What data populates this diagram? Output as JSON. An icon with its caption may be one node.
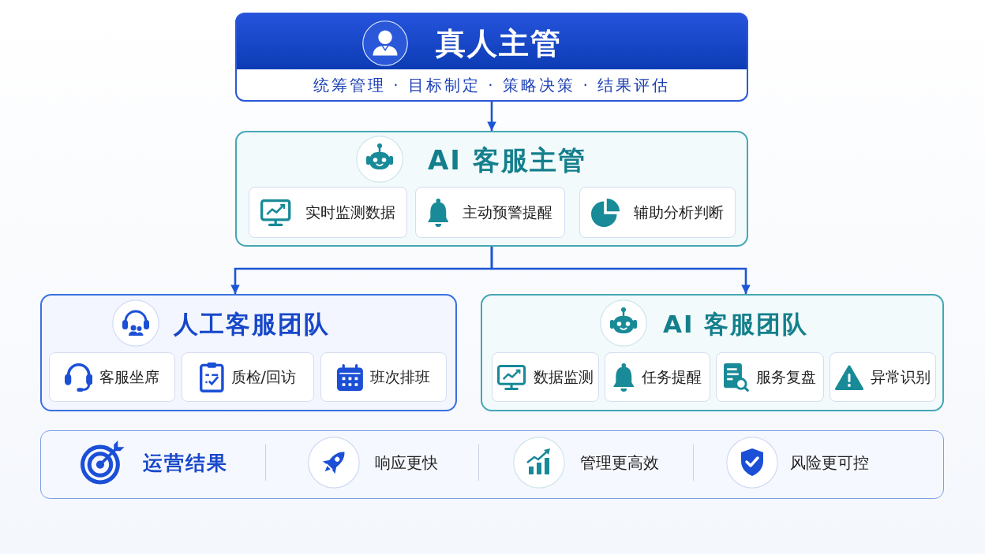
{
  "diagram": {
    "nodes": [
      {
        "text": [
          "真人主管",
          "统筹管理 · 目标制定 · 策略决策 · 结果评估"
        ]
      },
      {
        "text": [
          "AI 客服主管"
        ]
      },
      {
        "text": [
          "实时监测数据"
        ],
        "in": 1
      },
      {
        "text": [
          "主动预警提醒"
        ],
        "in": 1
      },
      {
        "text": [
          "辅助分析判断"
        ],
        "in": 1
      },
      {
        "text": [
          "人工客服团队"
        ]
      },
      {
        "text": [
          "客服坐席"
        ],
        "in": 5
      },
      {
        "text": [
          "质检/回访"
        ],
        "in": 5
      },
      {
        "text": [
          "班次排班"
        ],
        "in": 5
      },
      {
        "text": [
          "AI 客服团队"
        ]
      },
      {
        "text": [
          "数据监测"
        ],
        "in": 9
      },
      {
        "text": [
          "任务提醒"
        ],
        "in": 9
      },
      {
        "text": [
          "服务复盘"
        ],
        "in": 9
      },
      {
        "text": [
          "异常识别"
        ],
        "in": 9
      },
      {
        "text": [
          "运营结果",
          "响应更快",
          "管理更高效",
          "风险更可控"
        ]
      }
    ],
    "edges": [
      {
        "from": 0,
        "to": 1,
        "arrow": "to"
      },
      {
        "from": 1,
        "to": 5,
        "arrow": "to"
      },
      {
        "from": 1,
        "to": 9,
        "arrow": "to"
      }
    ]
  }
}
